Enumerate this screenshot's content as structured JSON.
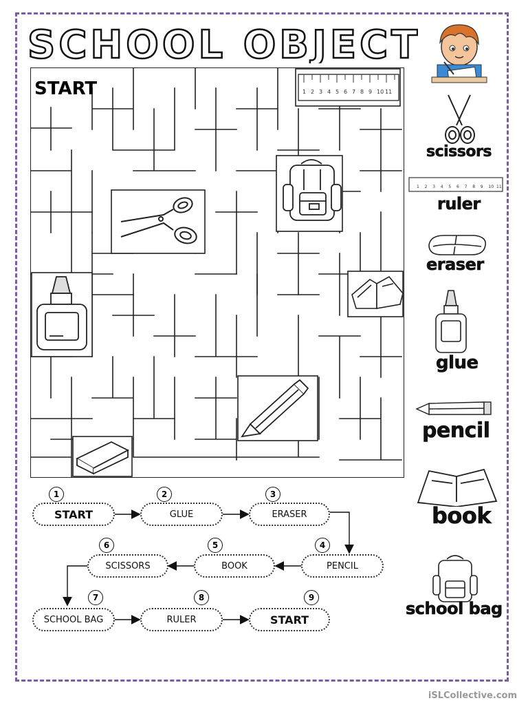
{
  "title": "SCHOOL OBJECTS",
  "maze": {
    "start_label": "START"
  },
  "side_items": [
    {
      "key": "scissors",
      "label": "scissors",
      "icon": "scissors-icon"
    },
    {
      "key": "ruler",
      "label": "ruler",
      "icon": "ruler-icon"
    },
    {
      "key": "eraser",
      "label": "eraser",
      "icon": "eraser-icon"
    },
    {
      "key": "glue",
      "label": "glue",
      "icon": "glue-icon"
    },
    {
      "key": "pencil",
      "label": "pencil",
      "icon": "pencil-icon"
    },
    {
      "key": "book",
      "label": "book",
      "icon": "book-icon"
    },
    {
      "key": "school_bag",
      "label": "school bag",
      "icon": "school-bag-icon"
    }
  ],
  "ruler_numbers": [
    "1",
    "2",
    "3",
    "4",
    "5",
    "6",
    "7",
    "8",
    "9",
    "10",
    "11"
  ],
  "sequence": [
    {
      "num": "1",
      "label": "START"
    },
    {
      "num": "2",
      "label": "GLUE"
    },
    {
      "num": "3",
      "label": "ERASER"
    },
    {
      "num": "4",
      "label": "PENCIL"
    },
    {
      "num": "5",
      "label": "BOOK"
    },
    {
      "num": "6",
      "label": "SCISSORS"
    },
    {
      "num": "7",
      "label": "SCHOOL BAG"
    },
    {
      "num": "8",
      "label": "RULER"
    },
    {
      "num": "9",
      "label": "START"
    }
  ],
  "footer": "iSLCollective.com"
}
